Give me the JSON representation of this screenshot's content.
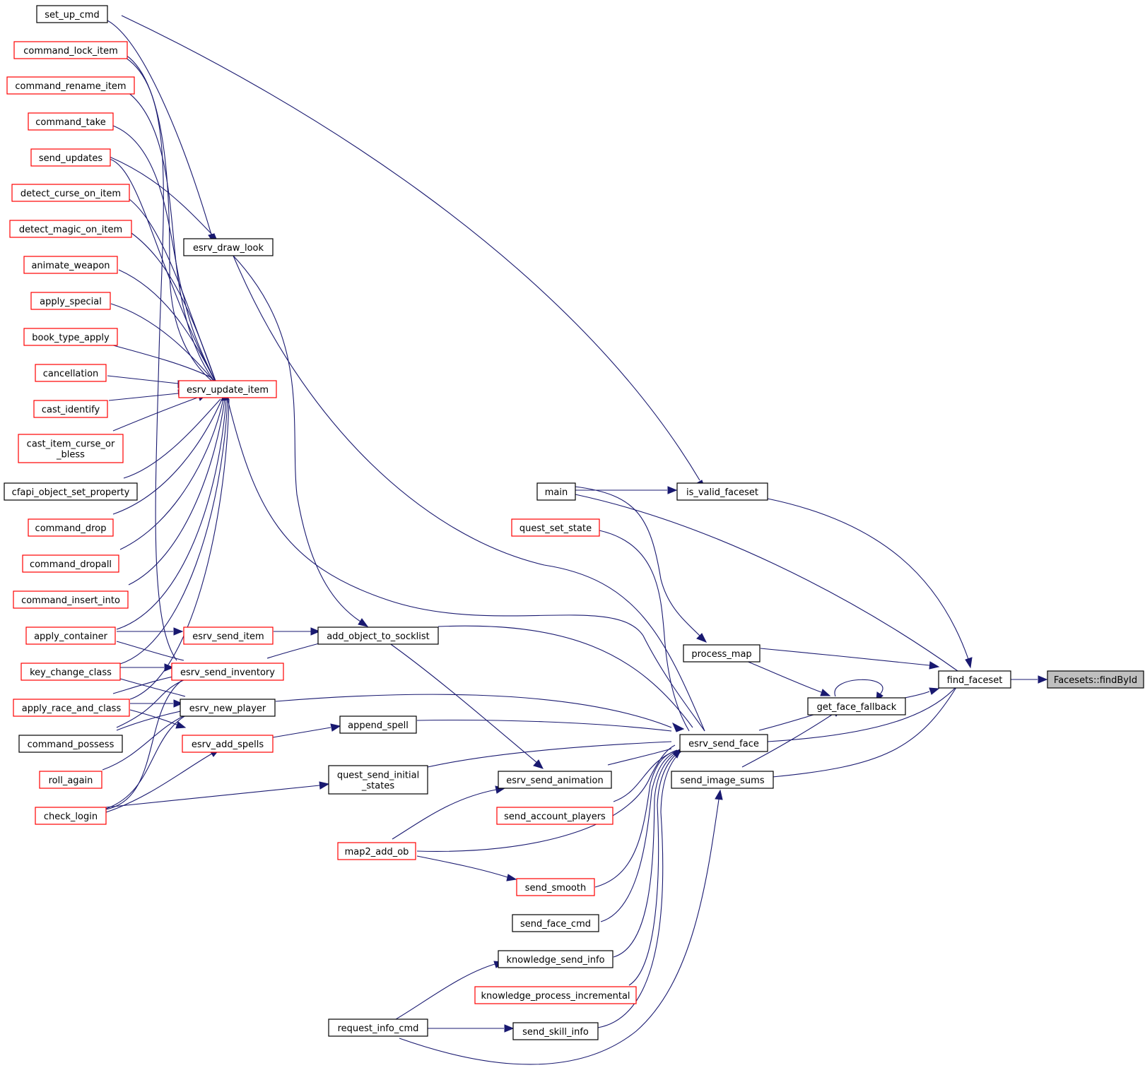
{
  "graph": {
    "title": "",
    "colors": {
      "edge": "#191970",
      "node_border_default": "#000000",
      "node_border_truncated": "#ff0000",
      "focus_fill": "#bfbfbf",
      "background": "#ffffff"
    },
    "nodes": [
      {
        "id": "n1",
        "lines": [
          "set_up_cmd"
        ],
        "style": "black"
      },
      {
        "id": "n2",
        "lines": [
          "command_lock_item"
        ],
        "style": "red"
      },
      {
        "id": "n3",
        "lines": [
          "command_rename_item"
        ],
        "style": "red"
      },
      {
        "id": "n4",
        "lines": [
          "command_take"
        ],
        "style": "red"
      },
      {
        "id": "n5",
        "lines": [
          "send_updates"
        ],
        "style": "red"
      },
      {
        "id": "n6",
        "lines": [
          "detect_curse_on_item"
        ],
        "style": "red"
      },
      {
        "id": "n7",
        "lines": [
          "detect_magic_on_item"
        ],
        "style": "red"
      },
      {
        "id": "n8",
        "lines": [
          "animate_weapon"
        ],
        "style": "red"
      },
      {
        "id": "n9",
        "lines": [
          "apply_special"
        ],
        "style": "red"
      },
      {
        "id": "n10",
        "lines": [
          "book_type_apply"
        ],
        "style": "red"
      },
      {
        "id": "n11",
        "lines": [
          "cancellation"
        ],
        "style": "red"
      },
      {
        "id": "n12",
        "lines": [
          "cast_identify"
        ],
        "style": "red"
      },
      {
        "id": "n13",
        "lines": [
          "cast_item_curse_or",
          "_bless"
        ],
        "style": "red"
      },
      {
        "id": "n14",
        "lines": [
          "cfapi_object_set_property"
        ],
        "style": "black"
      },
      {
        "id": "n15",
        "lines": [
          "command_drop"
        ],
        "style": "red"
      },
      {
        "id": "n16",
        "lines": [
          "command_dropall"
        ],
        "style": "red"
      },
      {
        "id": "n17",
        "lines": [
          "command_insert_into"
        ],
        "style": "red"
      },
      {
        "id": "n18",
        "lines": [
          "apply_container"
        ],
        "style": "red"
      },
      {
        "id": "n19",
        "lines": [
          "key_change_class"
        ],
        "style": "red"
      },
      {
        "id": "n20",
        "lines": [
          "apply_race_and_class"
        ],
        "style": "red"
      },
      {
        "id": "n21",
        "lines": [
          "command_possess"
        ],
        "style": "black"
      },
      {
        "id": "n22",
        "lines": [
          "roll_again"
        ],
        "style": "red"
      },
      {
        "id": "n23",
        "lines": [
          "check_login"
        ],
        "style": "red"
      },
      {
        "id": "n24",
        "lines": [
          "esrv_draw_look"
        ],
        "style": "black"
      },
      {
        "id": "n25",
        "lines": [
          "esrv_update_item"
        ],
        "style": "red"
      },
      {
        "id": "n26",
        "lines": [
          "esrv_send_item"
        ],
        "style": "red"
      },
      {
        "id": "n27",
        "lines": [
          "esrv_send_inventory"
        ],
        "style": "red"
      },
      {
        "id": "n28",
        "lines": [
          "esrv_new_player"
        ],
        "style": "black"
      },
      {
        "id": "n29",
        "lines": [
          "esrv_add_spells"
        ],
        "style": "red"
      },
      {
        "id": "n30",
        "lines": [
          "add_object_to_socklist"
        ],
        "style": "black"
      },
      {
        "id": "n31",
        "lines": [
          "append_spell"
        ],
        "style": "black"
      },
      {
        "id": "n32",
        "lines": [
          "quest_send_initial",
          "_states"
        ],
        "style": "black"
      },
      {
        "id": "n33",
        "lines": [
          "map2_add_ob"
        ],
        "style": "red"
      },
      {
        "id": "n34",
        "lines": [
          "request_info_cmd"
        ],
        "style": "black"
      },
      {
        "id": "n35",
        "lines": [
          "main"
        ],
        "style": "black"
      },
      {
        "id": "n36",
        "lines": [
          "quest_set_state"
        ],
        "style": "red"
      },
      {
        "id": "n37",
        "lines": [
          "esrv_send_animation"
        ],
        "style": "black"
      },
      {
        "id": "n38",
        "lines": [
          "send_account_players"
        ],
        "style": "red"
      },
      {
        "id": "n39",
        "lines": [
          "send_smooth"
        ],
        "style": "red"
      },
      {
        "id": "n40",
        "lines": [
          "send_face_cmd"
        ],
        "style": "black"
      },
      {
        "id": "n41",
        "lines": [
          "knowledge_send_info"
        ],
        "style": "black"
      },
      {
        "id": "n42",
        "lines": [
          "knowledge_process_incremental"
        ],
        "style": "red"
      },
      {
        "id": "n43",
        "lines": [
          "send_skill_info"
        ],
        "style": "black"
      },
      {
        "id": "n44",
        "lines": [
          "is_valid_faceset"
        ],
        "style": "black"
      },
      {
        "id": "n45",
        "lines": [
          "process_map"
        ],
        "style": "black"
      },
      {
        "id": "n46",
        "lines": [
          "esrv_send_face"
        ],
        "style": "black"
      },
      {
        "id": "n47",
        "lines": [
          "send_image_sums"
        ],
        "style": "black"
      },
      {
        "id": "n48",
        "lines": [
          "get_face_fallback"
        ],
        "style": "black"
      },
      {
        "id": "n49",
        "lines": [
          "find_faceset"
        ],
        "style": "black"
      },
      {
        "id": "n50",
        "lines": [
          "Facesets::findById"
        ],
        "style": "focus"
      }
    ]
  }
}
